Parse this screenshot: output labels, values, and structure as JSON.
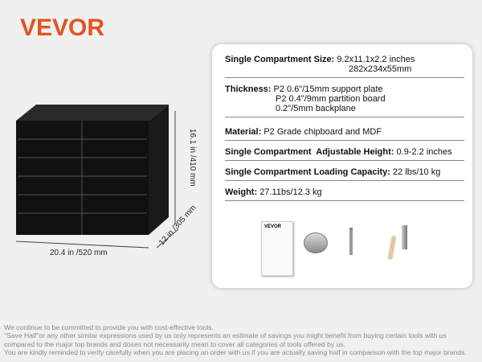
{
  "brand": {
    "logo": "VEVOR",
    "color": "#e2541f"
  },
  "dimensions": {
    "width": "20.4 in /520 mm",
    "height": "16.1 in /410 mm",
    "depth": "12 in /305 mm"
  },
  "specs": [
    {
      "label": "Single Compartment Size:",
      "lines": [
        "9.2x11.1x2.2 inches",
        "282x234x55mm"
      ]
    },
    {
      "label": "Thickness:",
      "lines": [
        "P2 0.6\"/15mm support plate",
        "P2 0.4\"/9mm partition board",
        "0.2\"/5mm backplane"
      ]
    },
    {
      "label": "Material:",
      "lines": [
        "P2 Grade chipboard and MDF"
      ]
    },
    {
      "label": "Single Compartment  Adjustable Height:",
      "lines": [
        "0.9-2.2 inches"
      ]
    },
    {
      "label": "Single Compartment Loading Capacity:",
      "lines": [
        "22 lbs/10 kg"
      ]
    },
    {
      "label": "Weight:",
      "lines": [
        "27.11bs/12.3 kg"
      ]
    }
  ],
  "accessories": {
    "manual_logo": "VEVOR"
  },
  "footer": [
    "We continue to be committed to provide you with cost-effective tools.",
    "\"Save Half\"or any other similar expressions used by us only represents an estimate of savings you might benefit from buying certain tools with us",
    "compared to the major top brands and doses not necessarily mean to cover all categories of tools offered by us.",
    "You are kindly reminded to verify carefully when you are placing an order with us if you are actually saving half in comparison with the top major brands."
  ]
}
